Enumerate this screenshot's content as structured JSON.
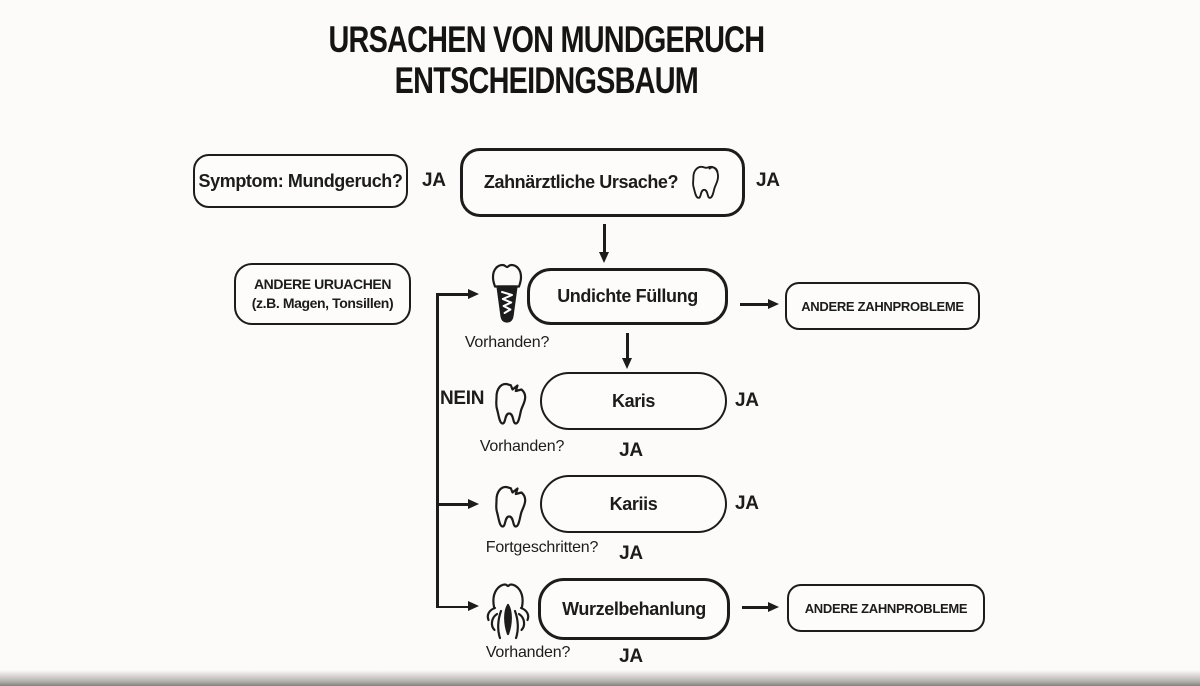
{
  "colors": {
    "ink": "#1c1c1c",
    "background": "#fcfbf9"
  },
  "title": {
    "line1": "URSACHEN VON MUNDGERUCH",
    "line2": "ENTSCHEIDNGSBAUM"
  },
  "nodes": {
    "symptom": {
      "label": "Symptom: Mundgeruch?"
    },
    "dental_cause": {
      "label": "Zahnärztliche Ursache?",
      "icon": "tooth-icon"
    },
    "other_causes": {
      "line1": "ANDERE URUACHEN",
      "line2": "(z.B. Magen, Tonsillen)"
    },
    "leaky_filling": {
      "label": "Undichte Füllung",
      "icon": "dental-implant-icon",
      "question": "Vorhanden?"
    },
    "other_dental_problems_top": {
      "label": "ANDERE ZAHNPROBLEME"
    },
    "caries": {
      "label": "Karis",
      "icon": "cracked-tooth-icon",
      "question": "Vorhanden?"
    },
    "caries_advanced": {
      "label": "Kariis",
      "icon": "cracked-tooth-icon",
      "question": "Fortgeschritten?"
    },
    "root_canal": {
      "label": "Wurzelbehanlung",
      "icon": "tooth-roots-icon",
      "question": "Vorhanden?"
    },
    "other_dental_problems_bottom": {
      "label": "ANDERE ZAHNPROBLEME"
    }
  },
  "edge_labels": {
    "ja": "JA",
    "nein": "NEIN"
  }
}
